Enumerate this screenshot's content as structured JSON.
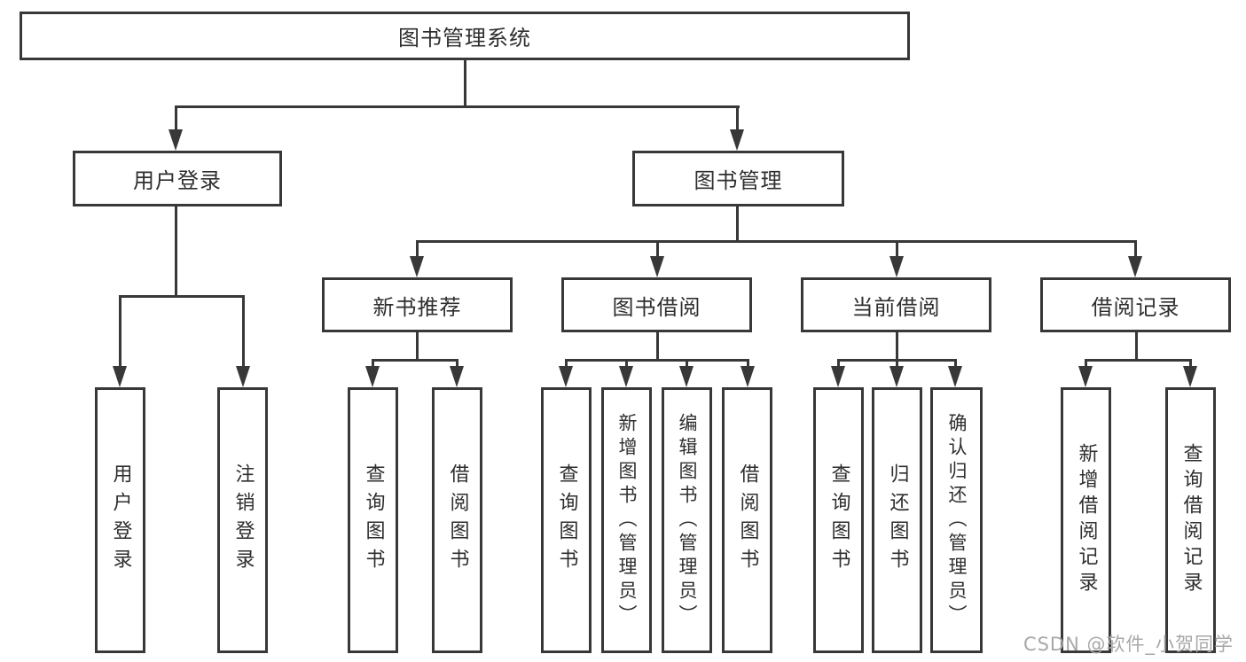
{
  "diagram": {
    "root": {
      "label": "图书管理系统"
    },
    "level1": [
      {
        "id": "user-login",
        "label": "用户登录"
      },
      {
        "id": "book-management",
        "label": "图书管理"
      }
    ],
    "level2": [
      {
        "id": "new-book-recommendation",
        "label": "新书推荐"
      },
      {
        "id": "book-borrowing",
        "label": "图书借阅"
      },
      {
        "id": "current-borrowing",
        "label": "当前借阅"
      },
      {
        "id": "borrowing-records",
        "label": "借阅记录"
      }
    ],
    "leaf_groups": [
      {
        "parent": "用户登录",
        "items": [
          "用户登录",
          "注销登录"
        ]
      },
      {
        "parent": "新书推荐",
        "items": [
          "查询图书",
          "借阅图书"
        ]
      },
      {
        "parent": "图书借阅",
        "items": [
          "查询图书",
          "新增图书（管理员）",
          "编辑图书（管理员）",
          "借阅图书"
        ]
      },
      {
        "parent": "当前借阅",
        "items": [
          "查询图书",
          "归还图书",
          "确认归还（管理员）"
        ]
      },
      {
        "parent": "借阅记录",
        "items": [
          "新增借阅记录",
          "查询借阅记录"
        ]
      }
    ]
  },
  "watermark": {
    "text": "CSDN @软件_小贺同学"
  },
  "colors": {
    "line": "#383838",
    "text": "#2e2e2e",
    "background": "#ffffff",
    "watermark": "#a8a8a8"
  }
}
